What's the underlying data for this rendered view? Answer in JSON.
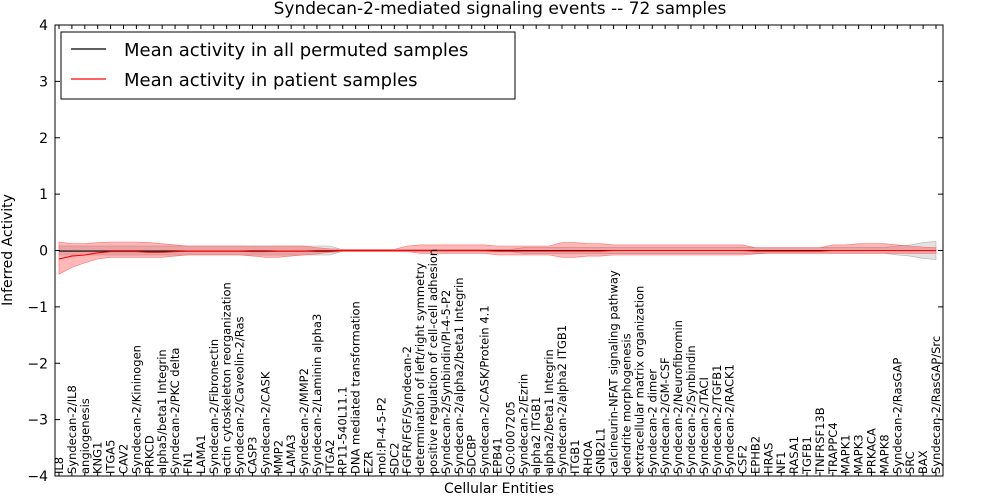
{
  "chart_data": {
    "type": "line",
    "title": "Syndecan-2-mediated signaling events -- 72 samples",
    "xlabel": "Cellular Entities",
    "ylabel": "Inferred Activity",
    "ylim": [
      -4,
      4
    ],
    "yticks": [
      "4",
      "3",
      "2",
      "1",
      "0",
      "−1",
      "−2",
      "−3",
      "−4"
    ],
    "grid": false,
    "legend_position": "top-left",
    "categories": [
      "IL8",
      "Syndecan-2/IL8",
      "angiogenesis",
      "KNG1",
      "ITGA5",
      "CAV2",
      "Syndecan-2/Kininogen",
      "PRKCD",
      "alpha5/beta1 Integrin",
      "Syndecan-2/PKC delta",
      "FN1",
      "LAMA1",
      "Syndecan-2/Fibronectin",
      "actin cytoskeleton reorganization",
      "Syndecan-2/Caveolin-2/Ras",
      "CASP3",
      "Syndecan-2/CASK",
      "MMP2",
      "LAMA3",
      "Syndecan-2/MMP2",
      "Syndecan-2/Laminin alpha3",
      "ITGA2",
      "RP11-540L11.1",
      "DNA mediated transformation",
      "EZR",
      "mol:PI-4-5-P2",
      "SDC2",
      "FGFR/FGF/Syndecan-2",
      "determination of left/right symmetry",
      "positive regulation of cell-cell adhesion",
      "Syndecan-2/Synbindin/PI-4-5-P2",
      "Syndecan-2/alpha2/beta1 Integrin",
      "SDCBP",
      "Syndecan-2/CASK/Protein 4.1",
      "EPB41",
      "GO:0007205",
      "Syndecan-2/Ezrin",
      "alpha2 ITGB1",
      "alpha2/beta1 Integrin",
      "Syndecan-2/alpha2 ITGB1",
      "ITGB1",
      "RHOA",
      "GNB2L1",
      "calcineurin-NFAT signaling pathway",
      "dendrite morphogenesis",
      "extracellular matrix organization",
      "Syndecan-2 dimer",
      "Syndecan-2/GM-CSF",
      "Syndecan-2/Neurofibromin",
      "Syndecan-2/Synbindin",
      "Syndecan-2/TACI",
      "Syndecan-2/TGFB1",
      "Syndecan-2/RACK1",
      "CSF2",
      "EPHB2",
      "HRAS",
      "NF1",
      "RASA1",
      "TGFB1",
      "TNFRSF13B",
      "TRAPPC4",
      "MAPK1",
      "MAPK3",
      "PRKACA",
      "MAPK8",
      "Syndecan-2/RasGAP",
      "SRC",
      "BAX",
      "Syndecan-2/RasGAP/Src"
    ],
    "series": [
      {
        "name": "Mean activity in all permuted samples",
        "color": "#000000",
        "values": [
          -0.01,
          -0.01,
          -0.01,
          -0.01,
          -0.01,
          -0.01,
          -0.01,
          -0.01,
          -0.01,
          -0.01,
          -0.01,
          -0.01,
          -0.01,
          -0.01,
          -0.01,
          -0.01,
          -0.01,
          -0.01,
          -0.01,
          -0.01,
          -0.01,
          -0.01,
          0,
          0,
          0,
          0,
          0,
          0,
          0,
          0,
          0,
          0,
          0,
          0,
          0,
          0,
          0,
          0,
          0,
          0,
          0,
          0,
          0,
          0,
          0,
          0,
          0,
          0,
          0,
          0,
          0,
          0,
          0,
          0,
          0,
          0,
          0,
          0,
          0,
          0,
          0,
          0,
          0,
          0,
          0,
          0,
          0,
          0,
          0
        ],
        "band_low": [
          -0.08,
          -0.08,
          -0.08,
          -0.08,
          -0.08,
          -0.08,
          -0.08,
          -0.08,
          -0.08,
          -0.08,
          -0.08,
          -0.08,
          -0.08,
          -0.08,
          -0.08,
          -0.08,
          -0.08,
          -0.08,
          -0.08,
          -0.08,
          -0.08,
          -0.08,
          -0.01,
          -0.01,
          -0.01,
          -0.01,
          -0.01,
          -0.02,
          -0.02,
          -0.02,
          -0.02,
          -0.02,
          -0.02,
          -0.02,
          -0.02,
          -0.02,
          -0.05,
          -0.05,
          -0.05,
          -0.05,
          -0.05,
          -0.05,
          -0.05,
          -0.05,
          -0.05,
          -0.05,
          -0.05,
          -0.05,
          -0.05,
          -0.05,
          -0.05,
          -0.05,
          -0.05,
          -0.05,
          -0.05,
          -0.05,
          -0.05,
          -0.05,
          -0.05,
          -0.05,
          -0.05,
          -0.05,
          -0.05,
          -0.05,
          -0.05,
          -0.08,
          -0.1,
          -0.14,
          -0.16
        ],
        "band_high": [
          0.08,
          0.08,
          0.08,
          0.08,
          0.08,
          0.08,
          0.08,
          0.08,
          0.08,
          0.08,
          0.08,
          0.08,
          0.08,
          0.08,
          0.08,
          0.08,
          0.08,
          0.08,
          0.08,
          0.08,
          0.08,
          0.08,
          0.01,
          0.01,
          0.01,
          0.01,
          0.01,
          0.02,
          0.02,
          0.02,
          0.02,
          0.02,
          0.02,
          0.02,
          0.02,
          0.02,
          0.05,
          0.05,
          0.05,
          0.05,
          0.05,
          0.05,
          0.05,
          0.05,
          0.05,
          0.05,
          0.05,
          0.05,
          0.05,
          0.05,
          0.05,
          0.05,
          0.05,
          0.05,
          0.05,
          0.05,
          0.05,
          0.05,
          0.05,
          0.05,
          0.05,
          0.05,
          0.05,
          0.05,
          0.05,
          0.08,
          0.1,
          0.14,
          0.16
        ]
      },
      {
        "name": "Mean activity in patient samples",
        "color": "#ff0000",
        "values": [
          -0.15,
          -0.1,
          -0.08,
          -0.04,
          -0.02,
          -0.02,
          -0.02,
          -0.03,
          -0.03,
          -0.02,
          -0.01,
          -0.01,
          -0.01,
          -0.01,
          -0.01,
          -0.02,
          -0.02,
          -0.01,
          -0.01,
          -0.01,
          0,
          0,
          0,
          0,
          0,
          0,
          0,
          0,
          0,
          0,
          0,
          0,
          0,
          0,
          -0.01,
          -0.01,
          -0.01,
          -0.01,
          -0.01,
          -0.01,
          -0.01,
          -0.01,
          -0.01,
          0,
          0,
          0,
          0,
          0,
          0,
          0,
          0,
          0,
          0,
          0,
          -0.01,
          -0.01,
          -0.01,
          -0.01,
          -0.01,
          -0.01,
          0,
          0,
          0,
          0,
          0,
          0,
          0,
          0,
          0
        ],
        "band_low": [
          -0.42,
          -0.3,
          -0.22,
          -0.15,
          -0.12,
          -0.12,
          -0.12,
          -0.12,
          -0.12,
          -0.1,
          -0.08,
          -0.08,
          -0.08,
          -0.08,
          -0.08,
          -0.1,
          -0.12,
          -0.12,
          -0.1,
          -0.08,
          -0.06,
          -0.03,
          -0.02,
          -0.02,
          -0.02,
          -0.02,
          -0.02,
          -0.02,
          -0.05,
          -0.05,
          -0.05,
          -0.05,
          -0.05,
          -0.05,
          -0.08,
          -0.08,
          -0.08,
          -0.08,
          -0.08,
          -0.12,
          -0.12,
          -0.1,
          -0.1,
          -0.08,
          -0.08,
          -0.08,
          -0.08,
          -0.08,
          -0.08,
          -0.08,
          -0.08,
          -0.08,
          -0.08,
          -0.08,
          -0.06,
          -0.05,
          -0.05,
          -0.05,
          -0.05,
          -0.05,
          -0.05,
          -0.05,
          -0.05,
          -0.05,
          -0.05,
          -0.05,
          -0.05,
          -0.05,
          -0.05
        ],
        "band_high": [
          0.15,
          0.12,
          0.12,
          0.14,
          0.15,
          0.15,
          0.15,
          0.14,
          0.12,
          0.1,
          0.08,
          0.08,
          0.08,
          0.08,
          0.08,
          0.08,
          0.08,
          0.08,
          0.08,
          0.08,
          0.05,
          0.03,
          0.02,
          0.02,
          0.02,
          0.02,
          0.02,
          0.08,
          0.1,
          0.1,
          0.1,
          0.1,
          0.1,
          0.1,
          0.08,
          0.08,
          0.08,
          0.08,
          0.08,
          0.14,
          0.14,
          0.12,
          0.12,
          0.1,
          0.1,
          0.1,
          0.1,
          0.1,
          0.1,
          0.1,
          0.1,
          0.1,
          0.1,
          0.1,
          0.05,
          0.05,
          0.05,
          0.05,
          0.05,
          0.05,
          0.1,
          0.1,
          0.12,
          0.12,
          0.12,
          0.1,
          0.08,
          0.06,
          0.05
        ]
      }
    ]
  }
}
